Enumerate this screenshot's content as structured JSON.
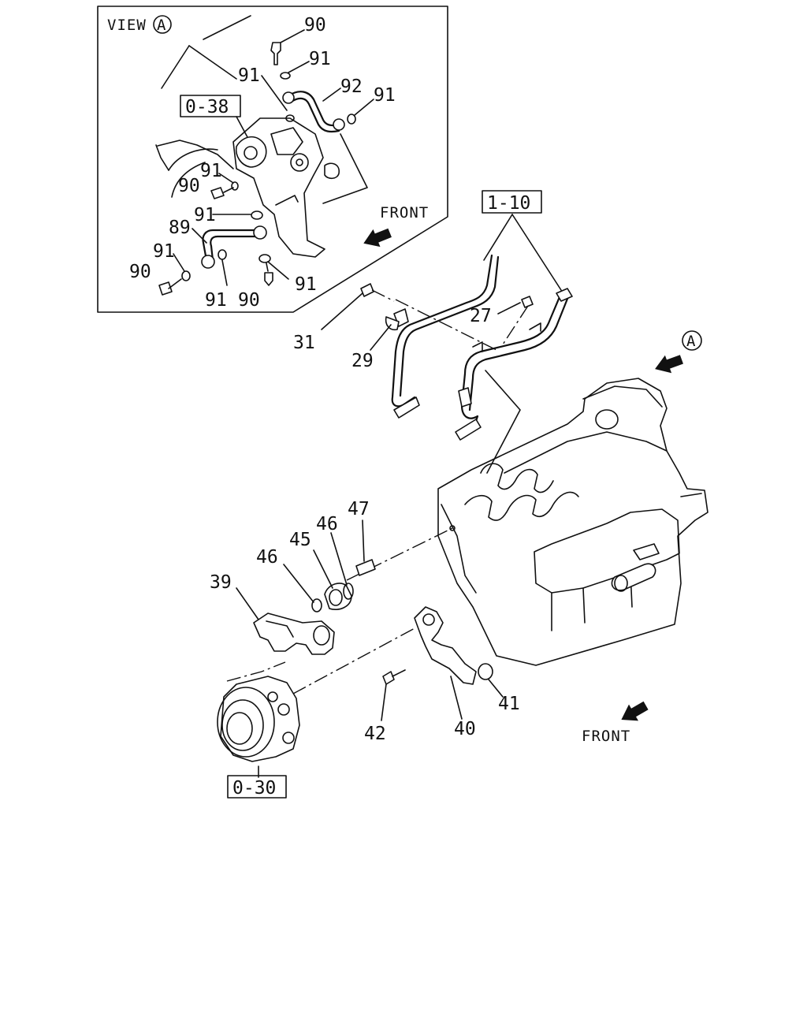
{
  "inset": {
    "view_label": "VIEW",
    "view_marker": "A",
    "ref_box": "0-38",
    "front_label": "FRONT",
    "callouts": {
      "c90_top": "90",
      "c91_top": "91",
      "c91_left": "91",
      "c92": "92",
      "c91_right": "91",
      "c91_mid": "91",
      "c90_mid": "90",
      "c91_low": "91",
      "c89": "89",
      "c91_bl": "91",
      "c90_bl": "90",
      "c91_bot": "91",
      "c90_bot": "90",
      "c91_br": "91"
    }
  },
  "main": {
    "ref_pipe": "1-10",
    "ref_pump": "0-30",
    "view_marker": "A",
    "front_label": "FRONT",
    "callouts": {
      "c27": "27",
      "c31": "31",
      "c29": "29",
      "c47": "47",
      "c46a": "46",
      "c45": "45",
      "c46b": "46",
      "c39": "39",
      "c41": "41",
      "c42": "42",
      "c40": "40"
    }
  }
}
